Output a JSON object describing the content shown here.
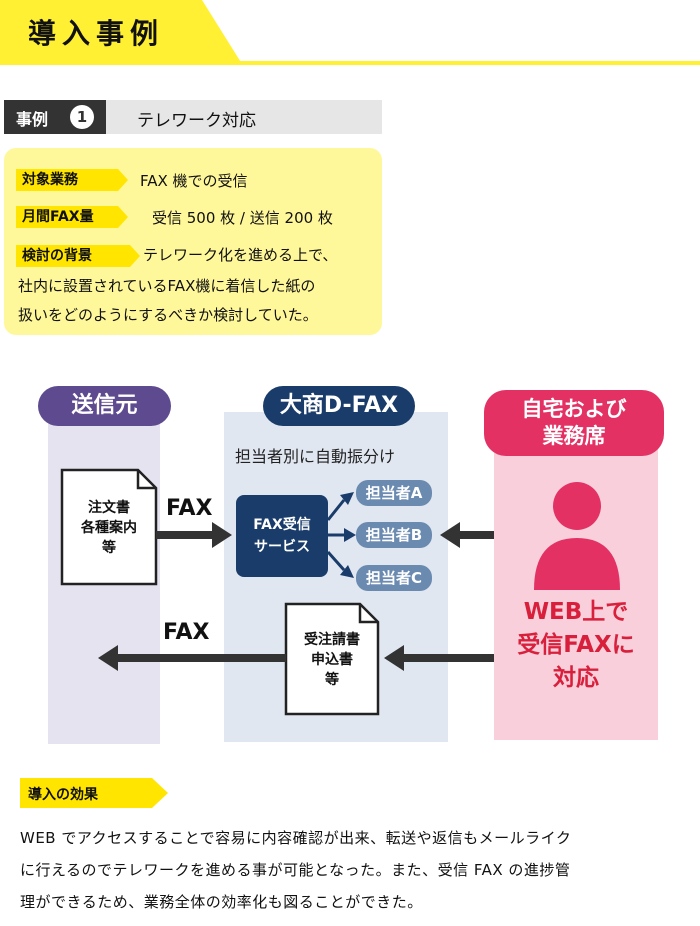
{
  "header": {
    "title": "導入事例"
  },
  "case": {
    "label": "事例",
    "number": "1",
    "title": "テレワーク対応"
  },
  "info": {
    "target_tag": "対象業務",
    "target_value": "FAX 機での受信",
    "volume_tag": "月間FAX量",
    "volume_value": "受信 500 枚 / 送信 200 枚",
    "background_tag": "検討の背景",
    "background_line1": "テレワーク化を進める上で、",
    "background_line2": "社内に設置されているFAX機に着信した紙の",
    "background_line3": "扱いをどのようにするべきか検討していた。"
  },
  "diagram": {
    "source_title": "送信元",
    "dfax_title": "大商D-FAX",
    "home_title_line1": "自宅および",
    "home_title_line2": "業務席",
    "sort_label": "担当者別に自動振分け",
    "incoming_doc": [
      "注文書",
      "各種案内",
      "等"
    ],
    "fax_in_label": "FAX",
    "fax_out_label": "FAX",
    "service_line1": "FAX受信",
    "service_line2": "サービス",
    "persons": [
      "担当者A",
      "担当者B",
      "担当者C"
    ],
    "outgoing_doc": [
      "受注請書",
      "申込書",
      "等"
    ],
    "web_line1": "WEB上で",
    "web_line2": "受信FAXに",
    "web_line3": "対応"
  },
  "effects": {
    "tag": "導入の効果",
    "line1": "WEB でアクセスすることで容易に内容確認が出来、転送や返信もメールライク",
    "line2": "に行えるのでテレワークを進める事が可能となった。また、受信 FAX の進捗管",
    "line3": "理ができるため、業務全体の効率化も図ることができた。"
  },
  "colors": {
    "yellow": "#fff033",
    "source_purple": "#5d4a8f",
    "dfax_navy": "#1a3c6b",
    "home_pink": "#e33163",
    "web_red": "#d8203c"
  }
}
